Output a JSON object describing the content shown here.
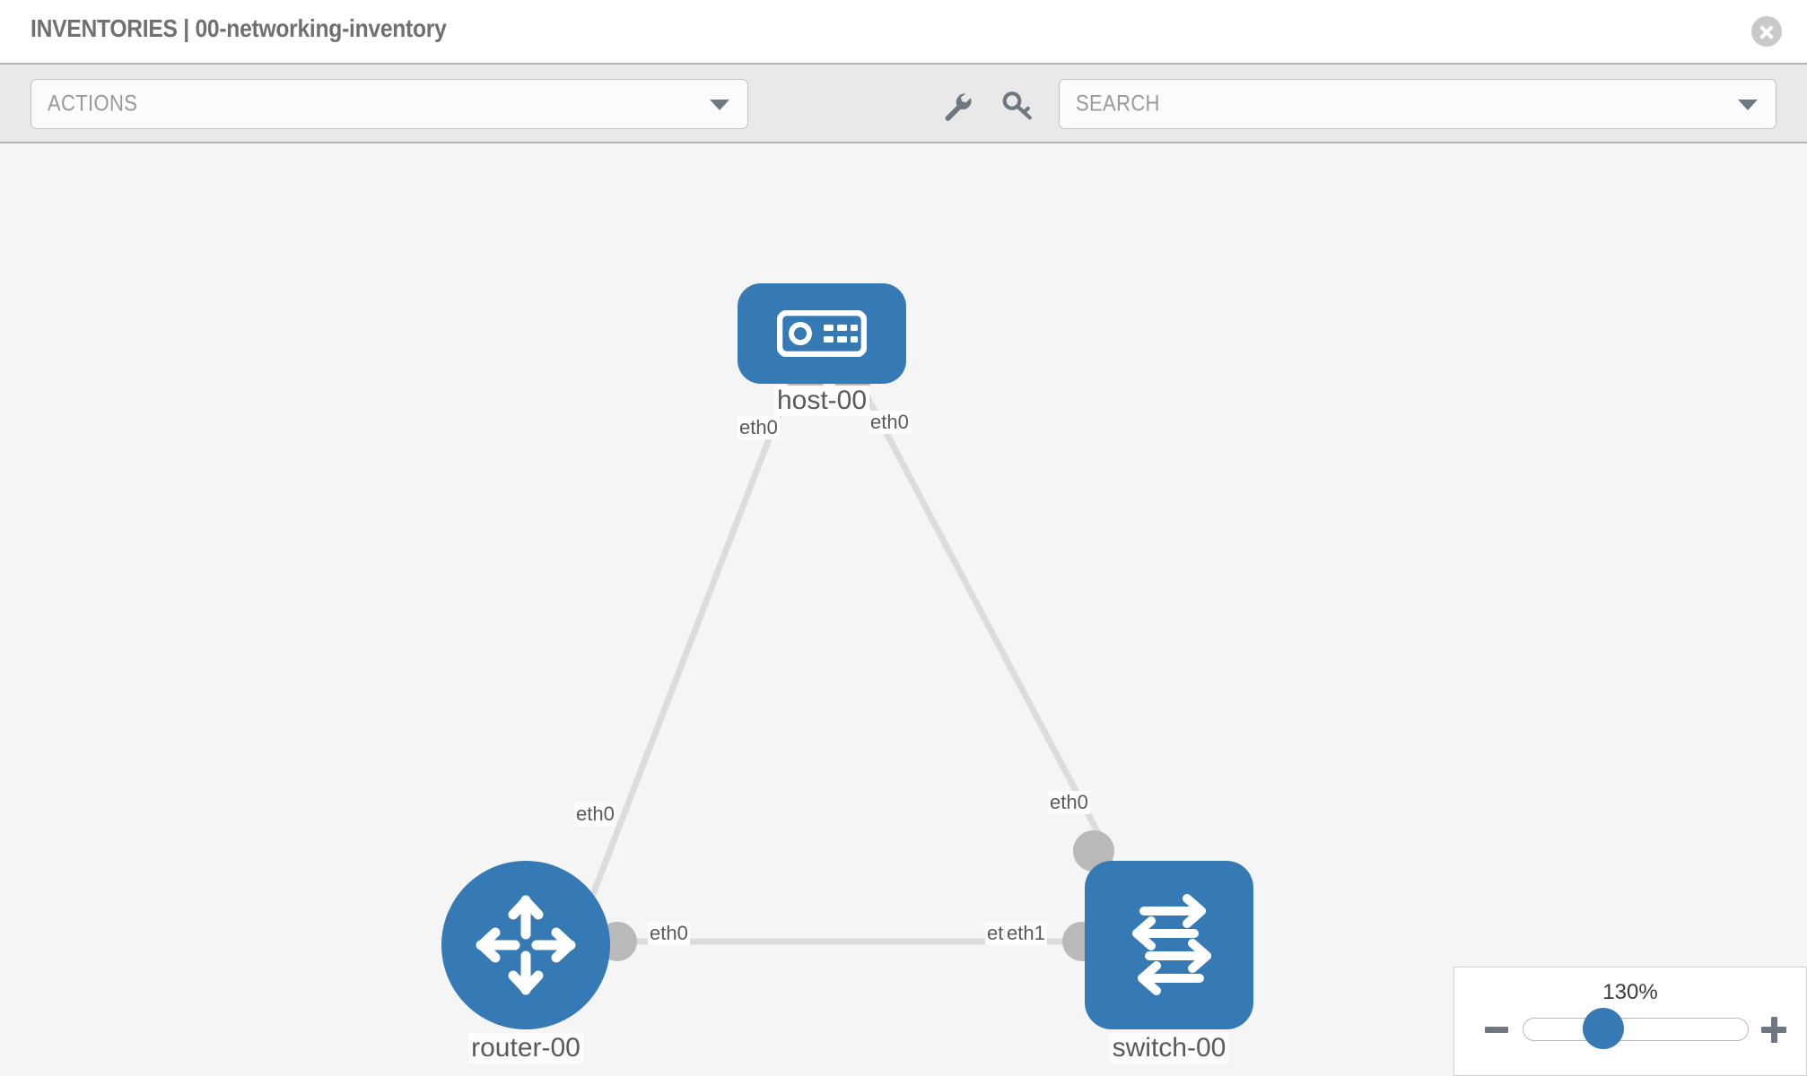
{
  "header": {
    "title": "INVENTORIES | 00-networking-inventory",
    "close_icon": "close-circle-icon"
  },
  "toolbar": {
    "actions_label": "ACTIONS",
    "search_placeholder": "SEARCH",
    "wrench_icon": "wrench-icon",
    "key_icon": "key-icon"
  },
  "topology": {
    "nodes": [
      {
        "id": "host-00",
        "label": "host-00",
        "type": "host",
        "icon": "server-icon",
        "color": "#357ab5"
      },
      {
        "id": "router-00",
        "label": "router-00",
        "type": "router",
        "icon": "router-icon",
        "color": "#357ab5"
      },
      {
        "id": "switch-00",
        "label": "switch-00",
        "type": "switch",
        "icon": "switch-icon",
        "color": "#357ab5"
      }
    ],
    "links": [
      {
        "from": "router-00",
        "to": "host-00",
        "from_iface": "eth0",
        "to_iface": "eth0"
      },
      {
        "from": "host-00",
        "to": "switch-00",
        "from_iface": "eth0",
        "to_iface": "eth0"
      },
      {
        "from": "router-00",
        "to": "switch-00",
        "from_iface": "eth0",
        "to_iface": "eth1"
      }
    ],
    "interface_labels": {
      "host_left": "eth0",
      "host_right": "eth0",
      "router_up": "eth0",
      "switch_up": "eth0",
      "router_right": "eth0",
      "switch_left_a": "eth0",
      "switch_left_b": "eth1"
    },
    "edge_color": "#dcdcdc",
    "connector_color": "#b9b9b9"
  },
  "zoom_control": {
    "value": "130%",
    "minus_label": "−",
    "plus_label": "+"
  }
}
